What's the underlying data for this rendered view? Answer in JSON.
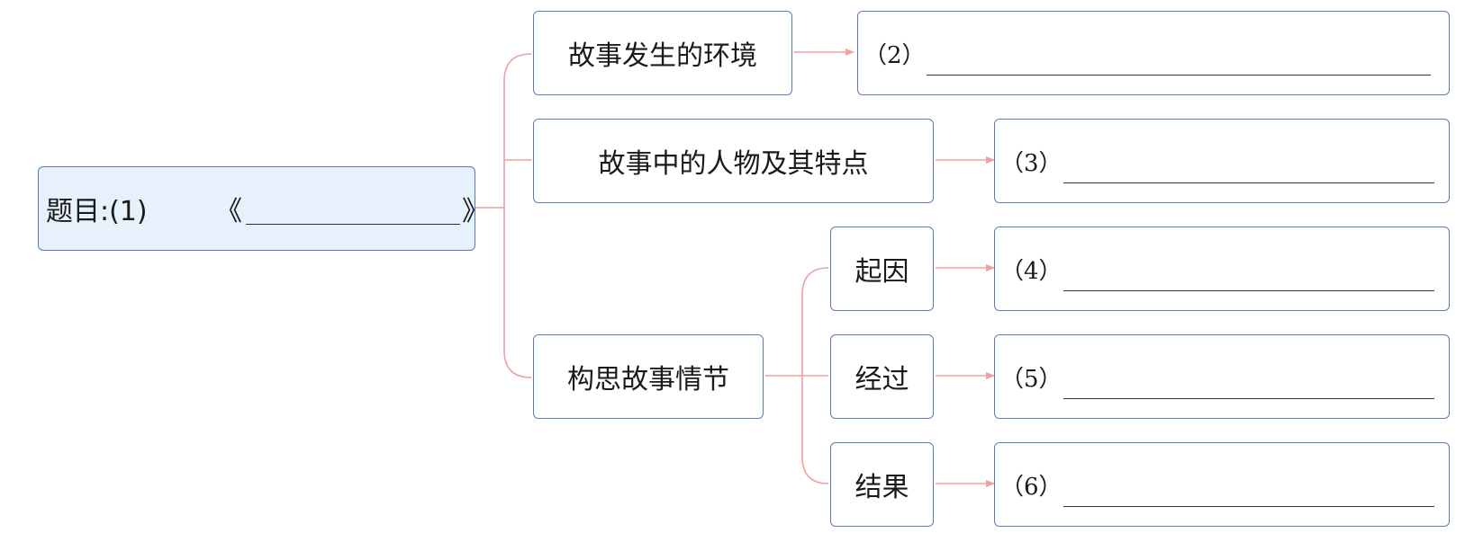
{
  "root": {
    "prefix": "题目:(1)",
    "open_quote": "《",
    "close_quote": "》"
  },
  "branches": {
    "setting": "故事发生的环境",
    "characters": "故事中的人物及其特点",
    "plot": "构思故事情节"
  },
  "plot_steps": {
    "cause": "起因",
    "process": "经过",
    "result": "结果"
  },
  "answers": {
    "a2": "（2）",
    "a3": "（3）",
    "a4": "（4）",
    "a5": "（5）",
    "a6": "（6）"
  },
  "colors": {
    "box_border": "#5b79b8",
    "root_fill": "#e6f1fb",
    "connector": "#f0a0a0"
  }
}
